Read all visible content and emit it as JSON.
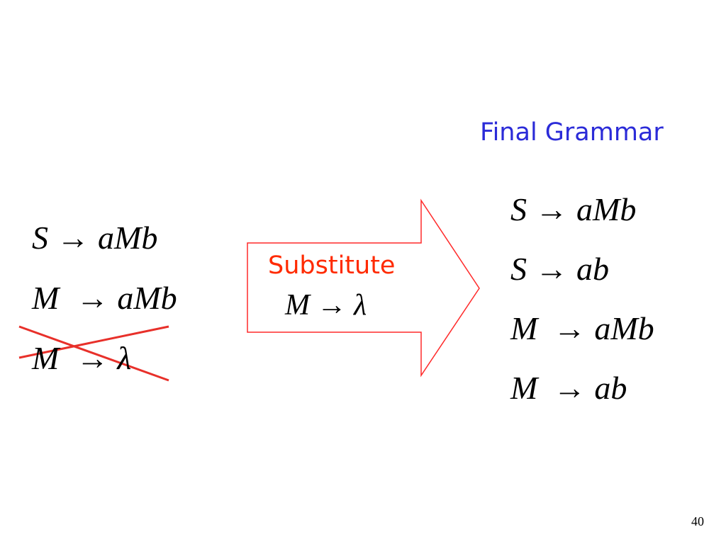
{
  "colors": {
    "title": "#2b2bd8",
    "substitute_label": "#ff2a00",
    "cross": "#e8302a",
    "arrow_outline": "#ff2a2a"
  },
  "title": "Final Grammar",
  "left_rules": [
    {
      "lhs": "S",
      "rhs": "aMb",
      "crossed": false
    },
    {
      "lhs": "M",
      "rhs": "aMb",
      "crossed": false
    },
    {
      "lhs": "M",
      "rhs": "λ",
      "crossed": true
    }
  ],
  "substitution": {
    "label": "Substitute",
    "rule": {
      "lhs": "M",
      "rhs": "λ"
    }
  },
  "final_rules": [
    {
      "lhs": "S",
      "rhs": "aMb"
    },
    {
      "lhs": "S",
      "rhs": "ab"
    },
    {
      "lhs": "M",
      "rhs": "aMb"
    },
    {
      "lhs": "M",
      "rhs": "ab"
    }
  ],
  "arrow_symbol": "→",
  "page_number": "40"
}
